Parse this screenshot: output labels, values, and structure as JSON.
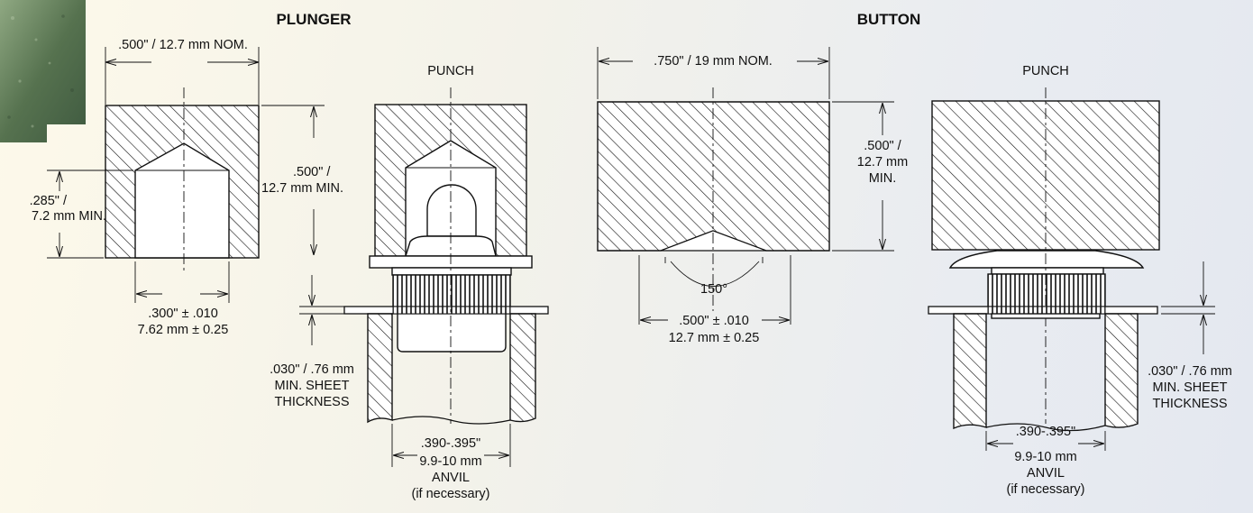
{
  "plunger": {
    "title": "PLUNGER",
    "nom_width": ".500\" / 12.7 mm NOM.",
    "punch": "PUNCH",
    "height_min": [
      ".500\" /",
      "12.7 mm MIN."
    ],
    "cavity_depth": [
      ".285\" /",
      "7.2 mm MIN."
    ],
    "cavity_width": [
      ".300\" ± .010",
      "7.62 mm ± 0.25"
    ],
    "sheet": [
      ".030\" / .76 mm",
      "MIN. SHEET",
      "THICKNESS"
    ],
    "anvil": [
      ".390-.395\"",
      "9.9-10 mm",
      "ANVIL",
      "(if necessary)"
    ]
  },
  "button": {
    "title": "BUTTON",
    "nom_width": ".750\" / 19 mm NOM.",
    "punch": "PUNCH",
    "height_min": [
      ".500\" /",
      "12.7 mm",
      "MIN."
    ],
    "angle": "150°",
    "recess_width": [
      ".500\" ± .010",
      "12.7 mm ± 0.25"
    ],
    "sheet": [
      ".030\" / .76 mm",
      "MIN. SHEET",
      "THICKNESS"
    ],
    "anvil": [
      ".390-.395\"",
      "9.9-10 mm",
      "ANVIL",
      "(if necessary)"
    ]
  }
}
